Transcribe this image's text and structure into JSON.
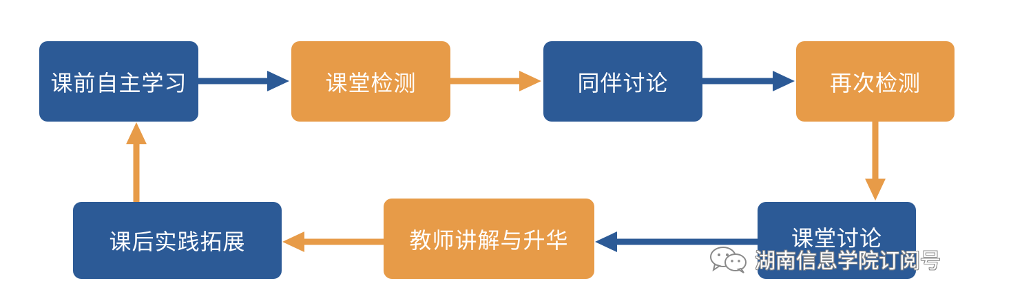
{
  "nodes": {
    "pre_class_self_study": "课前自主学习",
    "in_class_test": "课堂检测",
    "peer_discussion": "同伴讨论",
    "retest": "再次检测",
    "class_discussion": "课堂讨论",
    "teacher_explanation": "教师讲解与升华",
    "post_class_practice": "课后实践拓展"
  },
  "colors": {
    "blue": "#2c5a96",
    "orange": "#e79b48"
  },
  "watermark": {
    "text": "湖南信息学院订阅号",
    "icon": "wechat-icon"
  }
}
